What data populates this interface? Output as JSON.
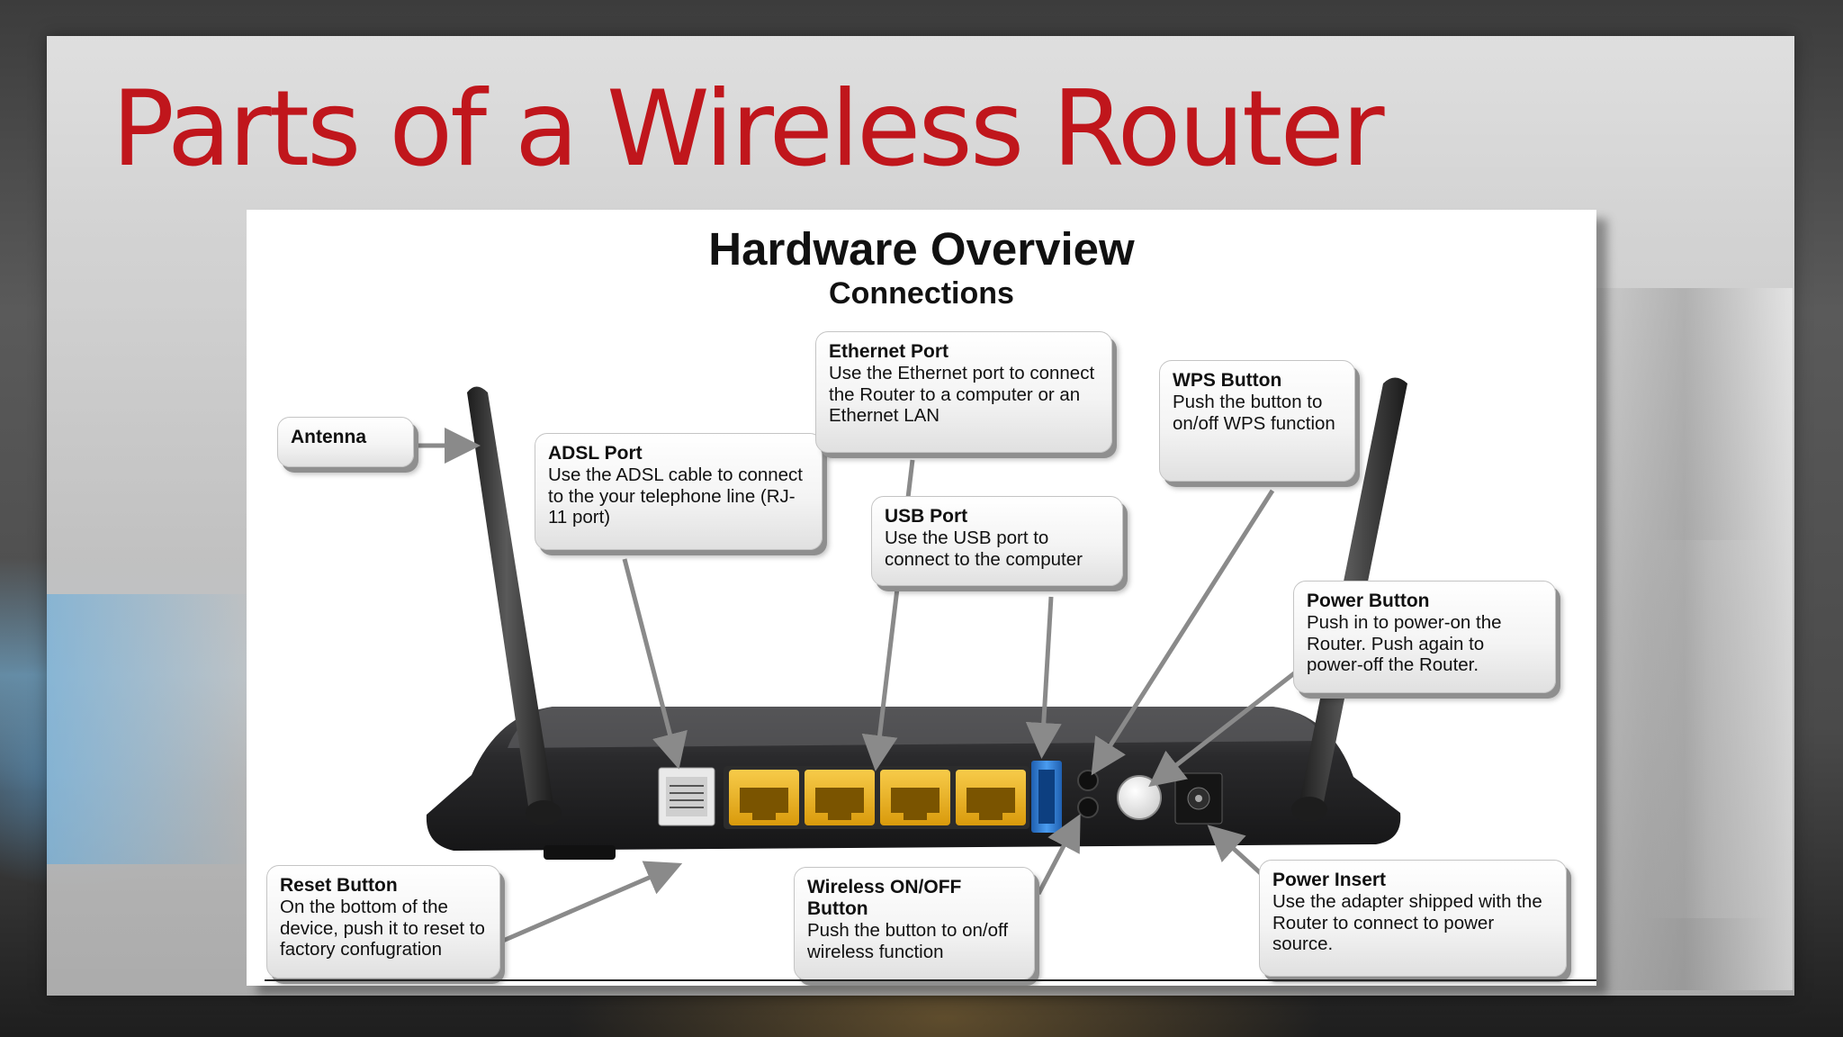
{
  "slide": {
    "title": "Parts of a Wireless Router"
  },
  "diagram": {
    "title": "Hardware Overview",
    "subtitle": "Connections",
    "callouts": {
      "antenna": {
        "title": "Antenna",
        "text": ""
      },
      "adsl": {
        "title": "ADSL Port",
        "text": "Use the ADSL cable to connect to the your telephone line (RJ-11 port)"
      },
      "ethernet": {
        "title": "Ethernet Port",
        "text": "Use the Ethernet port to connect the Router to a computer or an Ethernet LAN"
      },
      "usb": {
        "title": "USB Port",
        "text": "Use the USB port to connect to the computer"
      },
      "wps": {
        "title": "WPS Button",
        "text": "Push the button to on/off WPS function"
      },
      "power_button": {
        "title": "Power Button",
        "text": "Push in to power-on the Router. Push again to power-off the Router."
      },
      "reset": {
        "title": "Reset Button",
        "text": "On the bottom of the device, push it to reset to factory confugration"
      },
      "wireless": {
        "title": "Wireless ON/OFF Button",
        "text": "Push the button to on/off wireless function"
      },
      "power_insert": {
        "title": "Power Insert",
        "text": "Use the adapter shipped with the Router to connect to power source."
      }
    }
  },
  "colors": {
    "title_red": "#c0161c",
    "ethernet_port_yellow": "#f2b416",
    "usb_port_blue": "#2f7fd6",
    "router_body": "#2a2a2c"
  }
}
